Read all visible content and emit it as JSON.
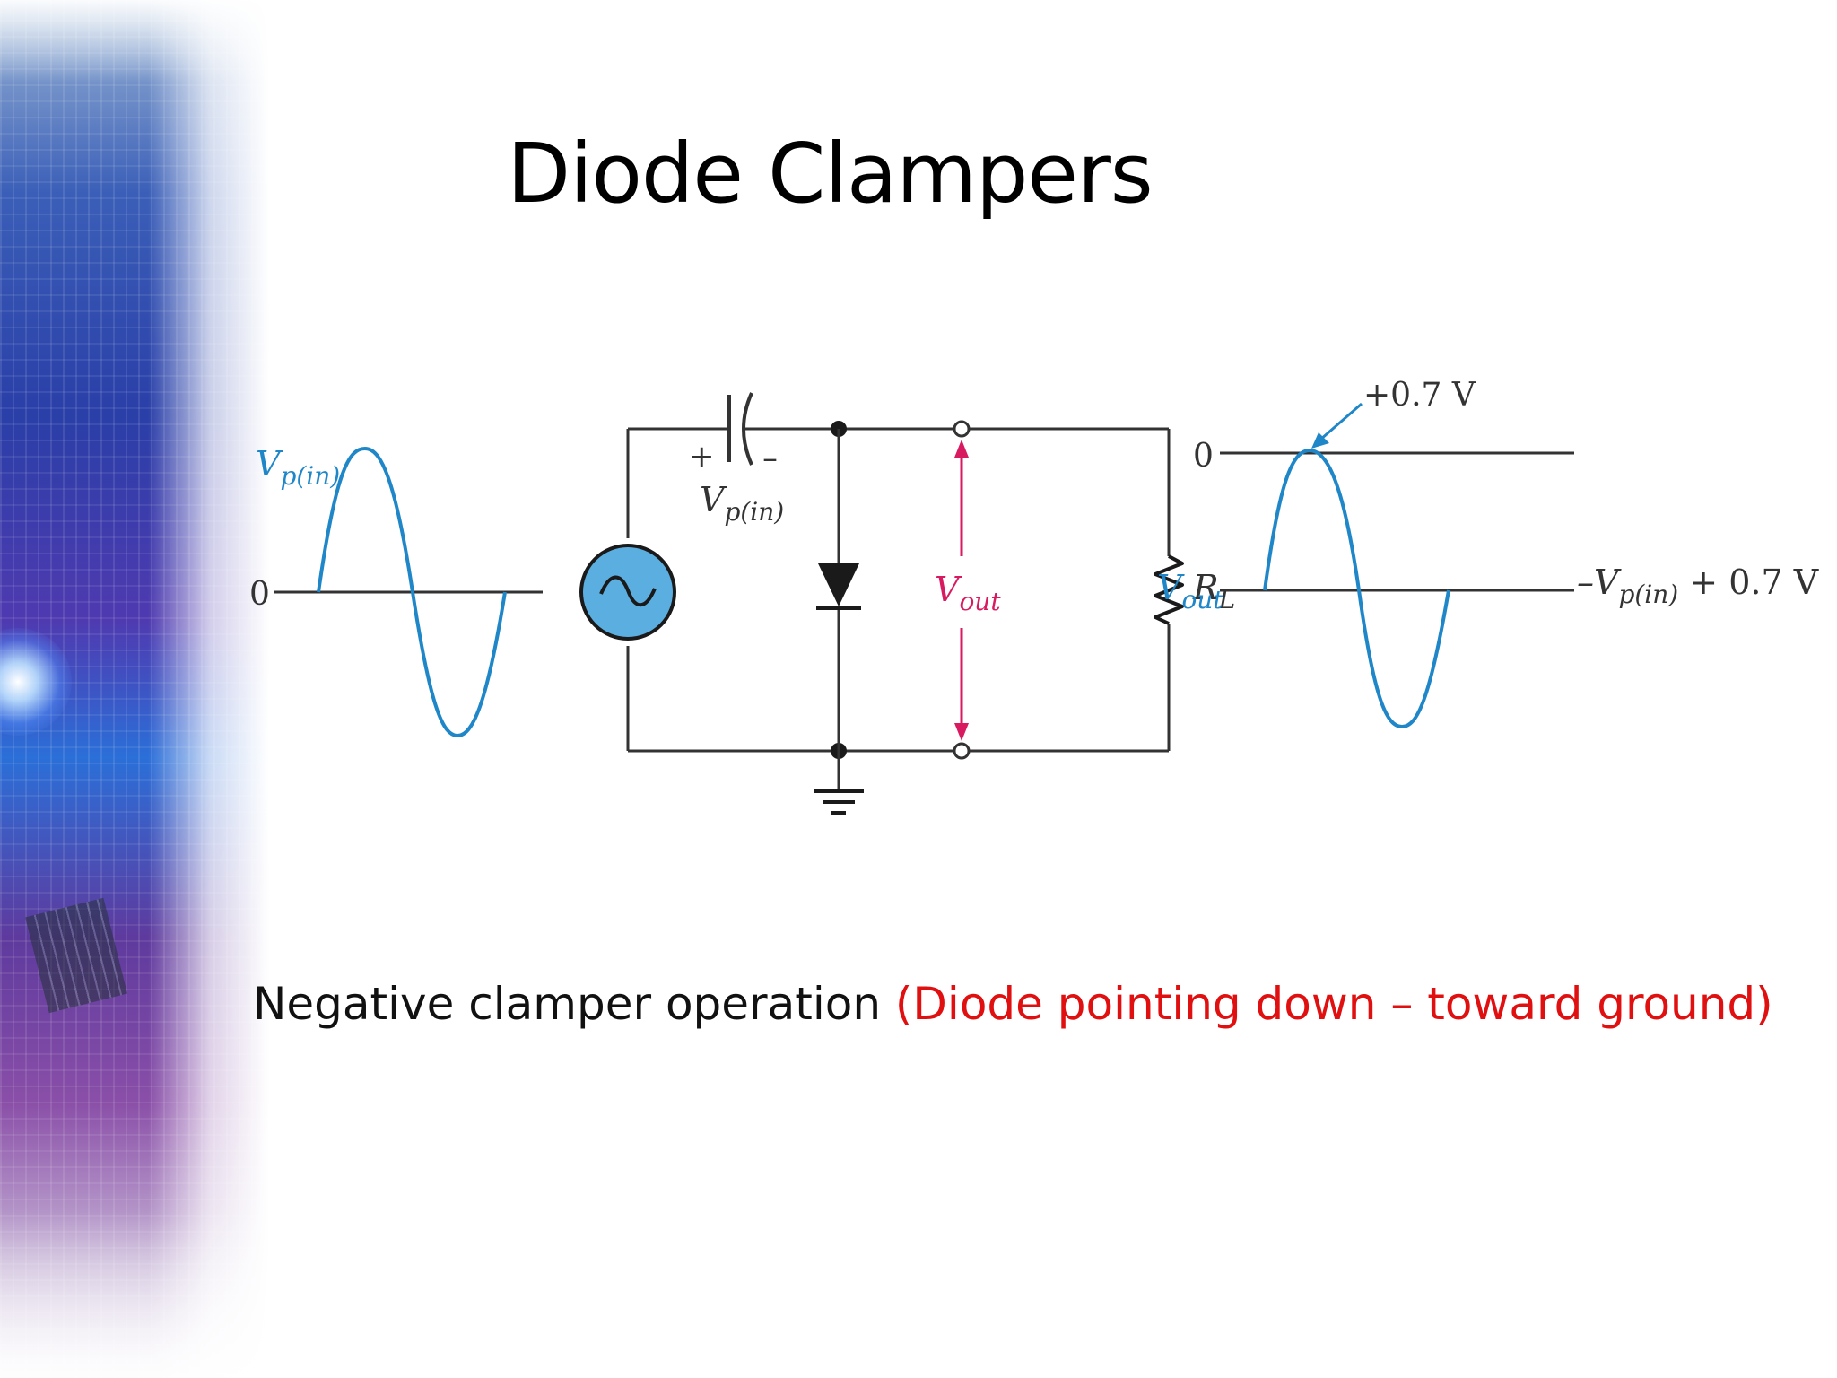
{
  "slide": {
    "title": "Diode Clampers",
    "caption_main": "Negative clamper operation ",
    "caption_highlight": "(Diode pointing down – toward ground)"
  },
  "diagram": {
    "input_label_v": "V",
    "input_label_sub": "p(in)",
    "input_zero": "0",
    "cap_plus": "+",
    "cap_minus": "–",
    "cap_label_v": "V",
    "cap_label_sub": "p(in)",
    "vout_v": "V",
    "vout_sub": "out",
    "rl_r": "R",
    "rl_sub": "L",
    "out_label_v": "V",
    "out_label_sub": "out",
    "out_zero": "0",
    "out_peak": "+0.7 V",
    "out_neg_prefix": "–V",
    "out_neg_sub": "p(in)",
    "out_neg_suffix": " + 0.7 V"
  },
  "colors": {
    "waveform": "#1f86c8",
    "source_fill": "#5aaee0",
    "vout_arrow": "#d81b60",
    "caption_highlight": "#e01010"
  }
}
